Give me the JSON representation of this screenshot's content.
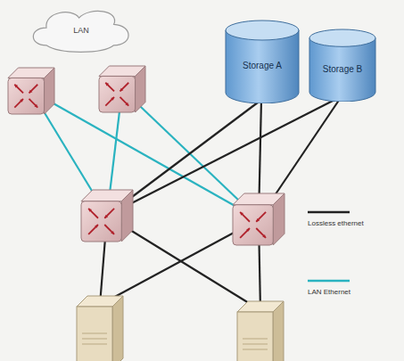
{
  "diagram": {
    "nodes": [
      {
        "text": [
          "LAN"
        ]
      },
      {
        "text": [
          "Storage A"
        ]
      },
      {
        "text": [
          "Storage B"
        ]
      }
    ],
    "legend": [
      {
        "text": "Lossless ethernet"
      },
      {
        "text": "LAN Ethernet"
      }
    ]
  }
}
